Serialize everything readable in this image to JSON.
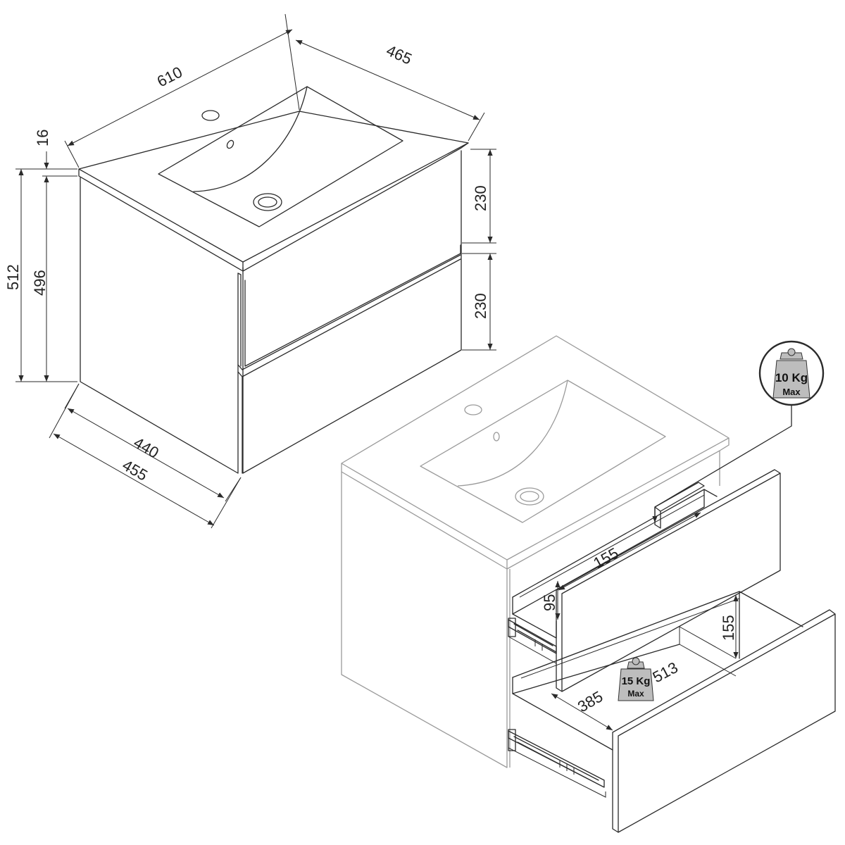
{
  "dimensions": {
    "top_width": "610",
    "top_depth": "465",
    "top_thickness": "16",
    "total_height": "512",
    "body_height": "496",
    "drawer_upper_height": "230",
    "drawer_lower_height": "230",
    "body_depth": "440",
    "top_depth_side": "455"
  },
  "drawers": {
    "upper_inner_height": "155",
    "upper_side_height": "95",
    "lower_inner_height": "155",
    "lower_inner_depth": "513",
    "lower_inner_width": "385"
  },
  "load_labels": {
    "upper": {
      "value": "10 Kg",
      "unit": "Max"
    },
    "lower": {
      "value": "15 Kg",
      "unit": "Max"
    }
  }
}
